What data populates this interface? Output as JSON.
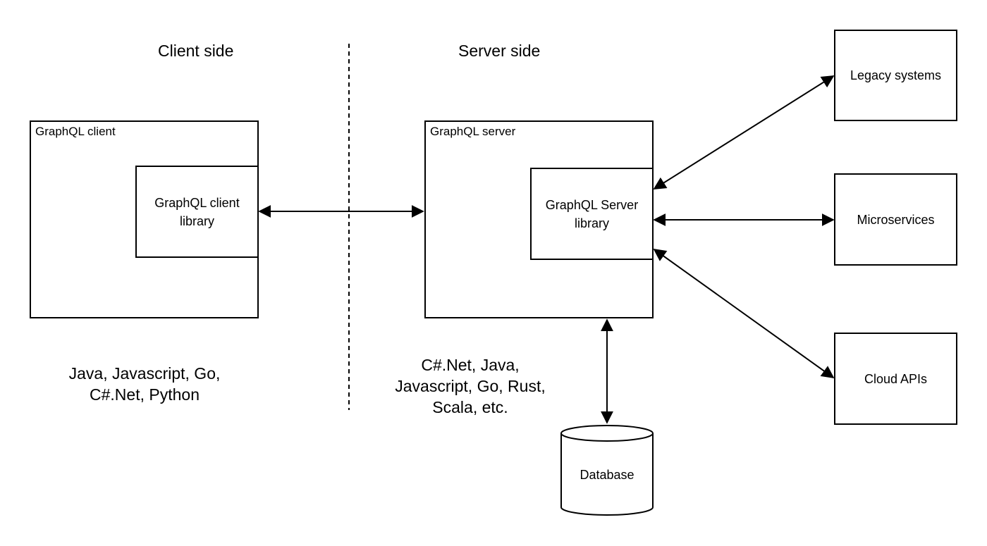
{
  "headings": {
    "client_side": "Client side",
    "server_side": "Server side"
  },
  "client": {
    "box_label": "GraphQL client",
    "library_label": "GraphQL client\nlibrary",
    "languages": "Java, Javascript, Go,\nC#.Net, Python"
  },
  "server": {
    "box_label": "GraphQL server",
    "library_label": "GraphQL Server\nlibrary",
    "languages": "C#.Net, Java,\nJavascript, Go, Rust,\nScala, etc."
  },
  "backends": {
    "legacy": "Legacy systems",
    "microservices": "Microservices",
    "cloud": "Cloud APIs",
    "database": "Database"
  },
  "colors": {
    "line": "#000000",
    "background": "#ffffff"
  }
}
